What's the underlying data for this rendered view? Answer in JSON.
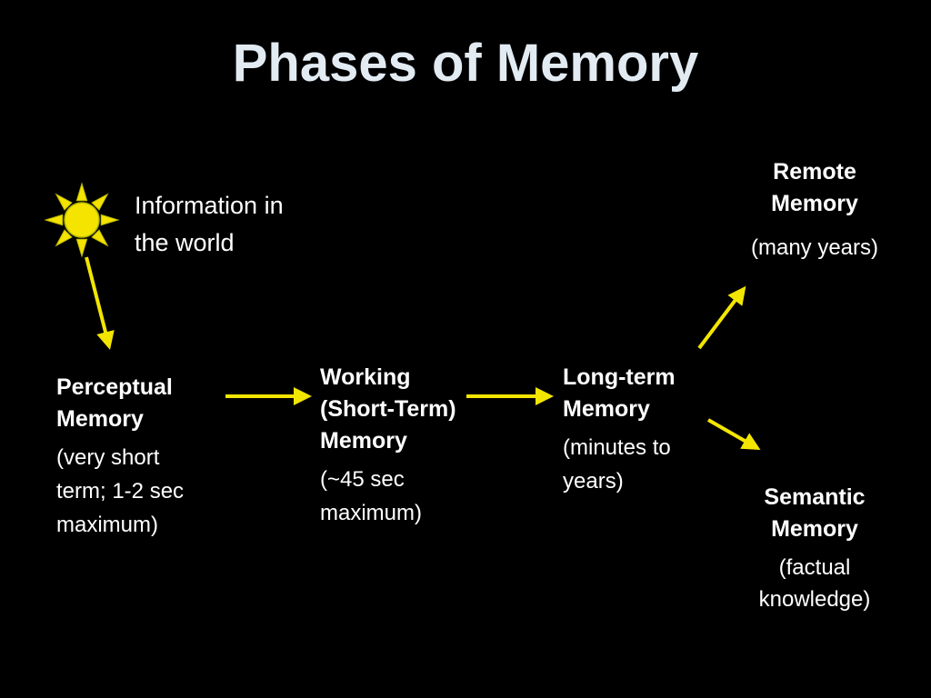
{
  "title": "Phases of Memory",
  "colors": {
    "background": "#000000",
    "title": "#e2eaf2",
    "text": "#ffffff",
    "arrow": "#f2e600",
    "sun": "#f5e300",
    "sun_outline": "#b8b800"
  },
  "source": {
    "icon": "sun-icon",
    "label": "Information in\nthe world"
  },
  "nodes": {
    "perceptual": {
      "title": "Perceptual\nMemory",
      "detail": "(very short\nterm; 1-2 sec\nmaximum)"
    },
    "working": {
      "title": "Working\n(Short-Term)\nMemory",
      "detail": "(~45 sec\nmaximum)"
    },
    "longterm": {
      "title": "Long-term\nMemory",
      "detail": "(minutes to\nyears)"
    },
    "remote": {
      "title": "Remote\nMemory",
      "detail": "(many years)"
    },
    "semantic": {
      "title": "Semantic\nMemory",
      "detail": "(factual\nknowledge)"
    }
  },
  "edges": [
    {
      "from": "source",
      "to": "perceptual"
    },
    {
      "from": "perceptual",
      "to": "working"
    },
    {
      "from": "working",
      "to": "longterm"
    },
    {
      "from": "longterm",
      "to": "remote"
    },
    {
      "from": "longterm",
      "to": "semantic"
    }
  ]
}
